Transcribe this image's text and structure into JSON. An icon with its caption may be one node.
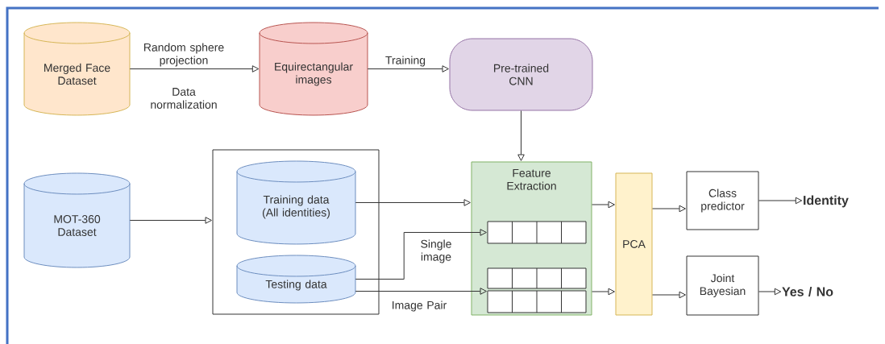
{
  "diagram": {
    "nodes": [
      {
        "text": [
          "Merged Face Dataset"
        ]
      },
      {
        "text": [
          "Equirectangular images"
        ]
      },
      {
        "text": [
          "Pre-trained CNN"
        ]
      },
      {
        "text": [
          "MOT-360 Dataset"
        ]
      },
      {
        "text": [],
        "shape": "box"
      },
      {
        "text": [
          "Training data (All identities)"
        ],
        "in": 4
      },
      {
        "text": [
          "Testing data"
        ],
        "in": 4
      },
      {
        "text": [
          "Feature Extraction"
        ]
      },
      {
        "text": [],
        "shape": "bar",
        "in": 7
      },
      {
        "text": [],
        "shape": "bar",
        "in": 7
      },
      {
        "text": [],
        "shape": "bar",
        "in": 7
      },
      {
        "text": [
          "PCA"
        ]
      },
      {
        "text": [
          "Class predictor"
        ]
      },
      {
        "text": [
          "Joint Bayesian"
        ]
      },
      {
        "text": [
          "Identity"
        ]
      },
      {
        "text": [
          "Yes / No"
        ]
      }
    ],
    "edges": [
      {
        "from": 0,
        "to": 1,
        "arrow": "to",
        "label": "Random sphere projection"
      },
      {
        "from": 1,
        "to": 2,
        "arrow": "to",
        "label": "Training"
      },
      {
        "from": 2,
        "to": 7,
        "arrow": "to"
      },
      {
        "from": 3,
        "to": 4,
        "arrow": "to"
      },
      {
        "from": 5,
        "to": 7,
        "arrow": "to"
      },
      {
        "from": 6,
        "to": 8,
        "arrow": "to",
        "label": "Single image"
      },
      {
        "from": 6,
        "to": 10,
        "arrow": "to",
        "label": "Image Pair"
      },
      {
        "from": 7,
        "to": 11,
        "arrow": "to"
      },
      {
        "from": 7,
        "to": 11,
        "arrow": "to"
      },
      {
        "from": 11,
        "to": 12,
        "arrow": "to"
      },
      {
        "from": 11,
        "to": 13,
        "arrow": "to"
      },
      {
        "from": 12,
        "to": 14,
        "arrow": "to"
      },
      {
        "from": 13,
        "to": 15,
        "arrow": "to"
      }
    ],
    "labels": [
      "Data normalization"
    ]
  }
}
